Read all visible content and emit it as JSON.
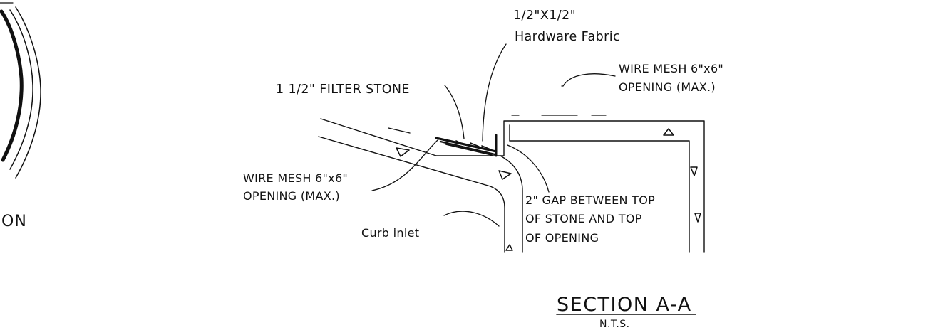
{
  "labels": {
    "hardware_fabric_size": "1/2\"X1/2\"",
    "hardware_fabric": "Hardware Fabric",
    "filter_stone": "1 1/2\" FILTER STONE",
    "wire_mesh_top_1": "WIRE MESH 6\"x6\"",
    "wire_mesh_top_2": "OPENING (MAX.)",
    "wire_mesh_left_1": "WIRE MESH 6\"x6\"",
    "wire_mesh_left_2": "OPENING (MAX.)",
    "gap_1": "2\"  GAP BETWEEN TOP",
    "gap_2": "OF STONE AND TOP",
    "gap_3": "OF OPENING",
    "curb_inlet": "Curb inlet",
    "left_partial": "ON"
  },
  "title": {
    "main": "SECTION  A-A",
    "sub": "N.T.S."
  },
  "colors": {
    "ink": "#111111",
    "background": "#ffffff"
  }
}
